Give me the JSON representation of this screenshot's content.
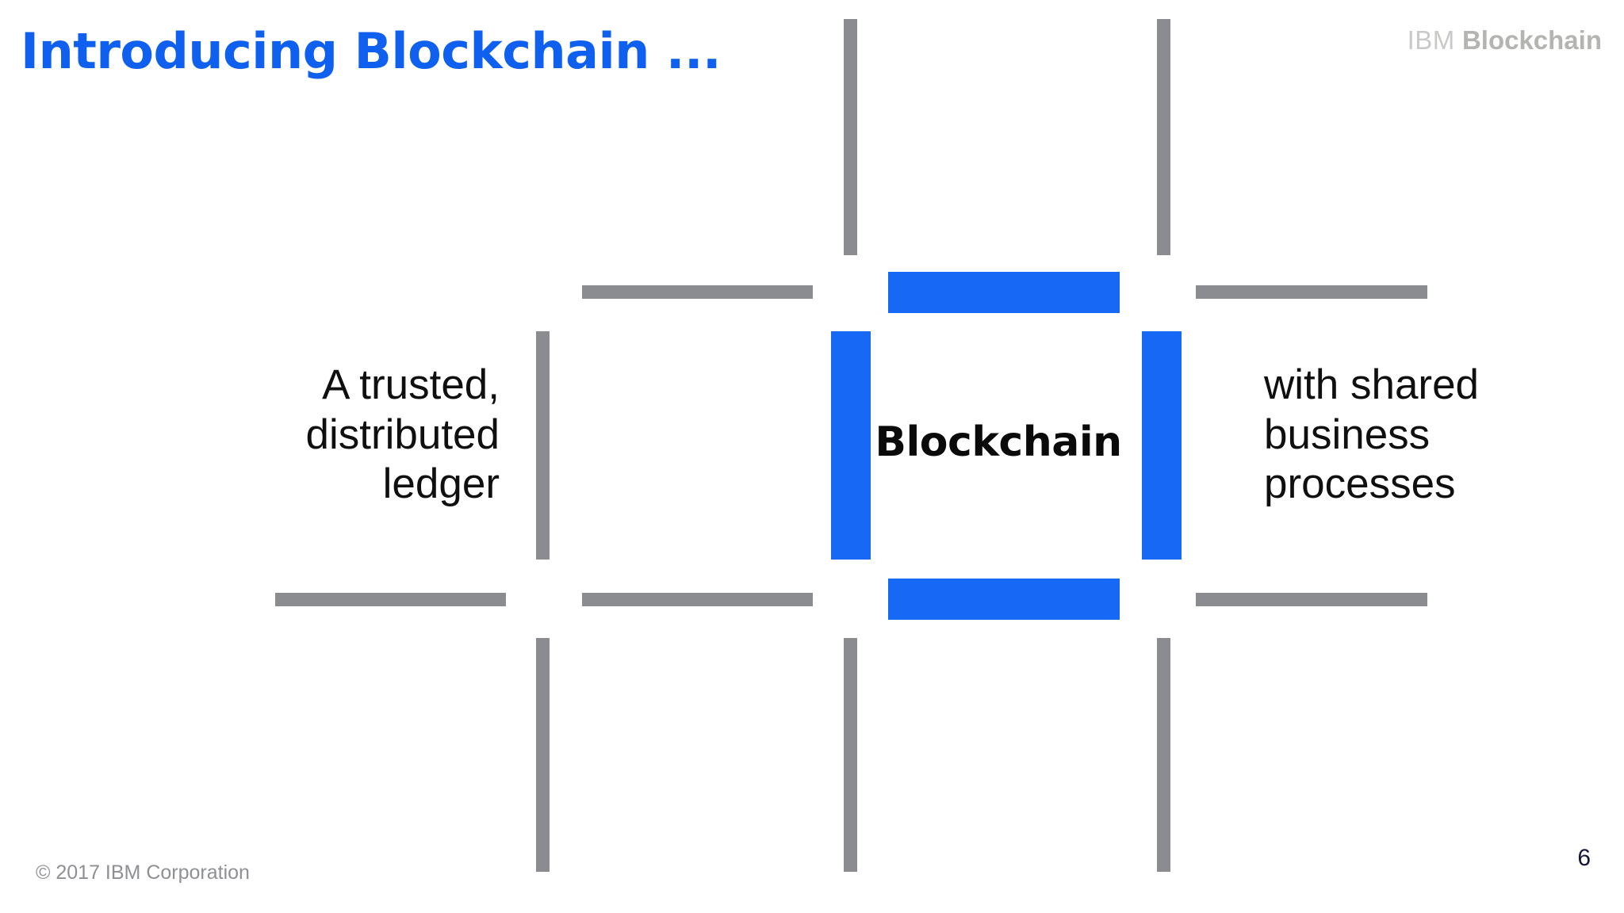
{
  "slide": {
    "title": "Introducing Blockchain ...",
    "page_number": "6",
    "copyright": "© 2017 IBM Corporation",
    "background_color": "#ffffff"
  },
  "brand": {
    "company": "IBM",
    "product": "Blockchain",
    "company_color": "#c9c9c7",
    "product_color": "#b4b4b1"
  },
  "diagram": {
    "center_label": "Blockchain",
    "accent_color": "#1769f5",
    "grid_color": "#8a8c8f",
    "captions": {
      "left": "A trusted, distributed ledger",
      "right": "with shared business processes"
    },
    "left_caption_lines": [
      "A trusted,",
      "distributed",
      "ledger"
    ],
    "right_caption_lines": [
      "with shared",
      "business",
      "processes"
    ]
  }
}
